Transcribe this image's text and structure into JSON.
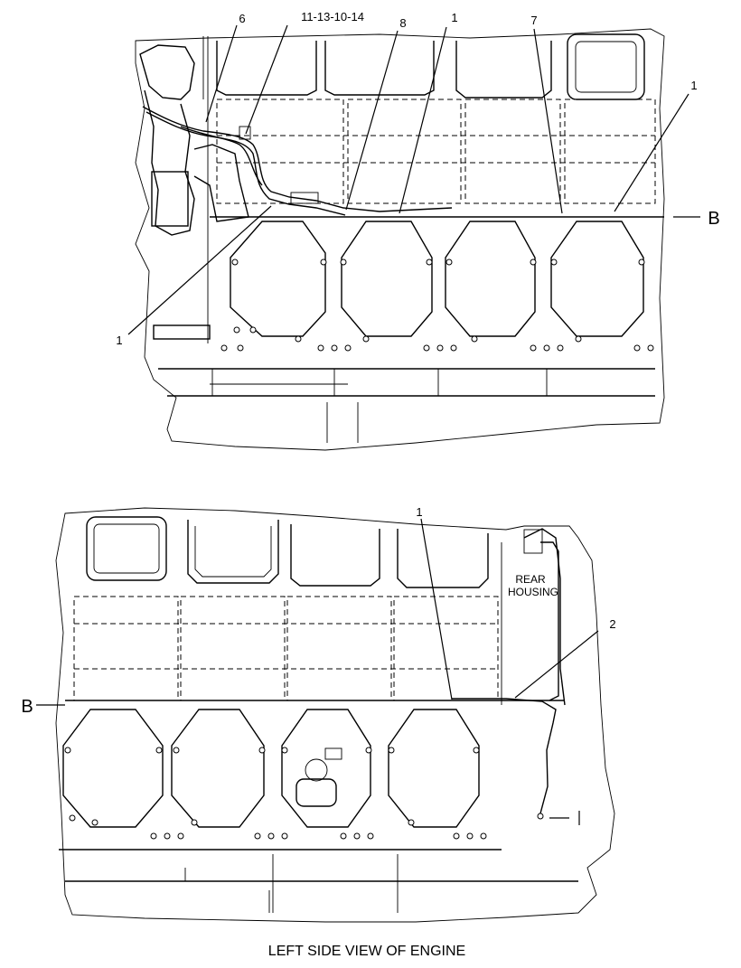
{
  "top_view": {
    "callouts": {
      "c6": "6",
      "c_ref": "11-13-10-14",
      "c8": "8",
      "c1_top": "1",
      "c7": "7",
      "c1_right": "1",
      "c1_left": "1",
      "section": "B"
    }
  },
  "bottom_view": {
    "callouts": {
      "c1": "1",
      "c2": "2",
      "section": "B",
      "rear_housing_line1": "REAR",
      "rear_housing_line2": "HOUSING"
    }
  },
  "caption": "LEFT SIDE VIEW OF ENGINE"
}
